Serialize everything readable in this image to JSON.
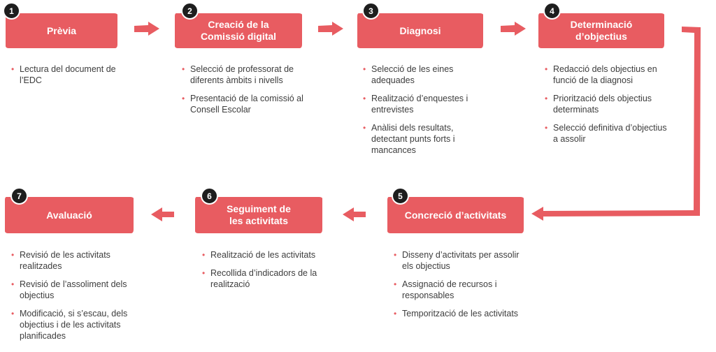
{
  "steps": [
    {
      "number": "1",
      "title_lines": [
        "Prèvia"
      ],
      "items": [
        "Lectura del document de l’EDC"
      ]
    },
    {
      "number": "2",
      "title_lines": [
        "Creació de la",
        "Comissió digital"
      ],
      "items": [
        "Selecció de professorat de diferents àmbits i nivells",
        "Presentació de la comissió al Consell Escolar"
      ]
    },
    {
      "number": "3",
      "title_lines": [
        "Diagnosi"
      ],
      "items": [
        "Selecció de les eines adequades",
        "Realització d’enquestes i entrevistes",
        "Anàlisi dels resultats, detectant punts forts i mancances"
      ]
    },
    {
      "number": "4",
      "title_lines": [
        "Determinació",
        "d’objectius"
      ],
      "items": [
        "Redacció dels objectius en funció de la diagnosi",
        "Priorització dels objectius determinats",
        "Selecció definitiva d’objectius a assolir"
      ]
    },
    {
      "number": "5",
      "title_lines": [
        "Concreció d’activitats"
      ],
      "items": [
        "Disseny d’activitats per assolir els objectius",
        "Assignació de recursos i responsables",
        "Temporització de les activitats"
      ]
    },
    {
      "number": "6",
      "title_lines": [
        "Seguiment de",
        "les activitats"
      ],
      "items": [
        "Realització de les activitats",
        "Recollida d’indicadors de la realització"
      ]
    },
    {
      "number": "7",
      "title_lines": [
        "Avaluació"
      ],
      "items": [
        "Revisió de les activitats realitzades",
        "Revisió de l’assoliment dels objectius",
        "Modificació, si s’escau, dels objectius i de les activitats planificades"
      ]
    }
  ],
  "colors": {
    "accent": "#e85c61",
    "badge": "#1e1e1e",
    "text": "#3d3d3d"
  },
  "bullet_glyph": "•"
}
